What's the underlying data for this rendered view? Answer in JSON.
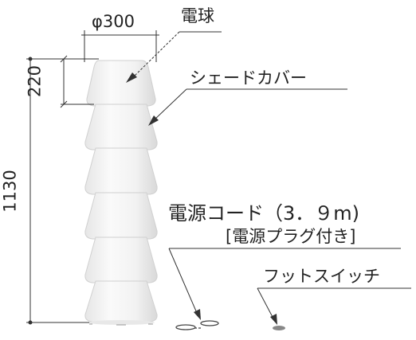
{
  "labels": {
    "bulb": "電球",
    "shade_cover": "シェードカバー",
    "power_cord": "電源コード（3．９m)",
    "power_plug": "[電源プラグ付き]",
    "foot_switch": "フットスイッチ"
  },
  "dimensions": {
    "diameter": "φ300",
    "tier_height": "220",
    "total_height": "1130"
  }
}
